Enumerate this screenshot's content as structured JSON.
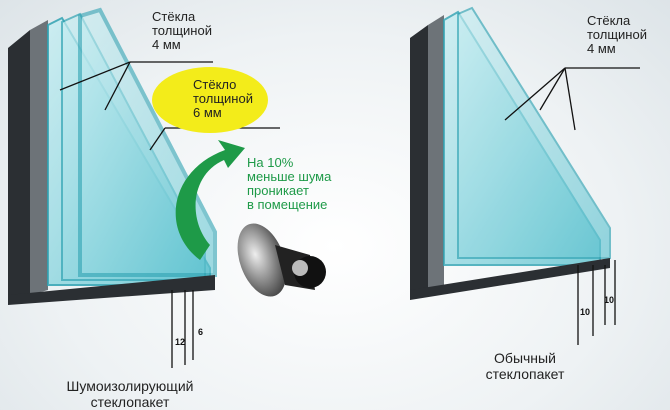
{
  "left": {
    "panes_label": [
      "Стёкла",
      "толщиной",
      "4 мм"
    ],
    "thick_label": [
      "Стёкло",
      "толщиной",
      "6 мм"
    ],
    "noise_note": [
      "На 10%",
      "меньше шума",
      "проникает",
      "в помещение"
    ],
    "dims": [
      "12",
      "6"
    ],
    "caption": [
      "Шумоизолирующий",
      "стеклопакет"
    ]
  },
  "right": {
    "panes_label": [
      "Стёкла",
      "толщиной",
      "4 мм"
    ],
    "dims": [
      "10",
      "10"
    ],
    "caption": [
      "Обычный",
      "стеклопакет"
    ]
  },
  "colors": {
    "glass": "#7fd3dc",
    "glass_edge": "#2fa3b3",
    "frame": "#2b2f33",
    "arrow": "#1e9a48",
    "highlight": "#f3ec1a"
  }
}
